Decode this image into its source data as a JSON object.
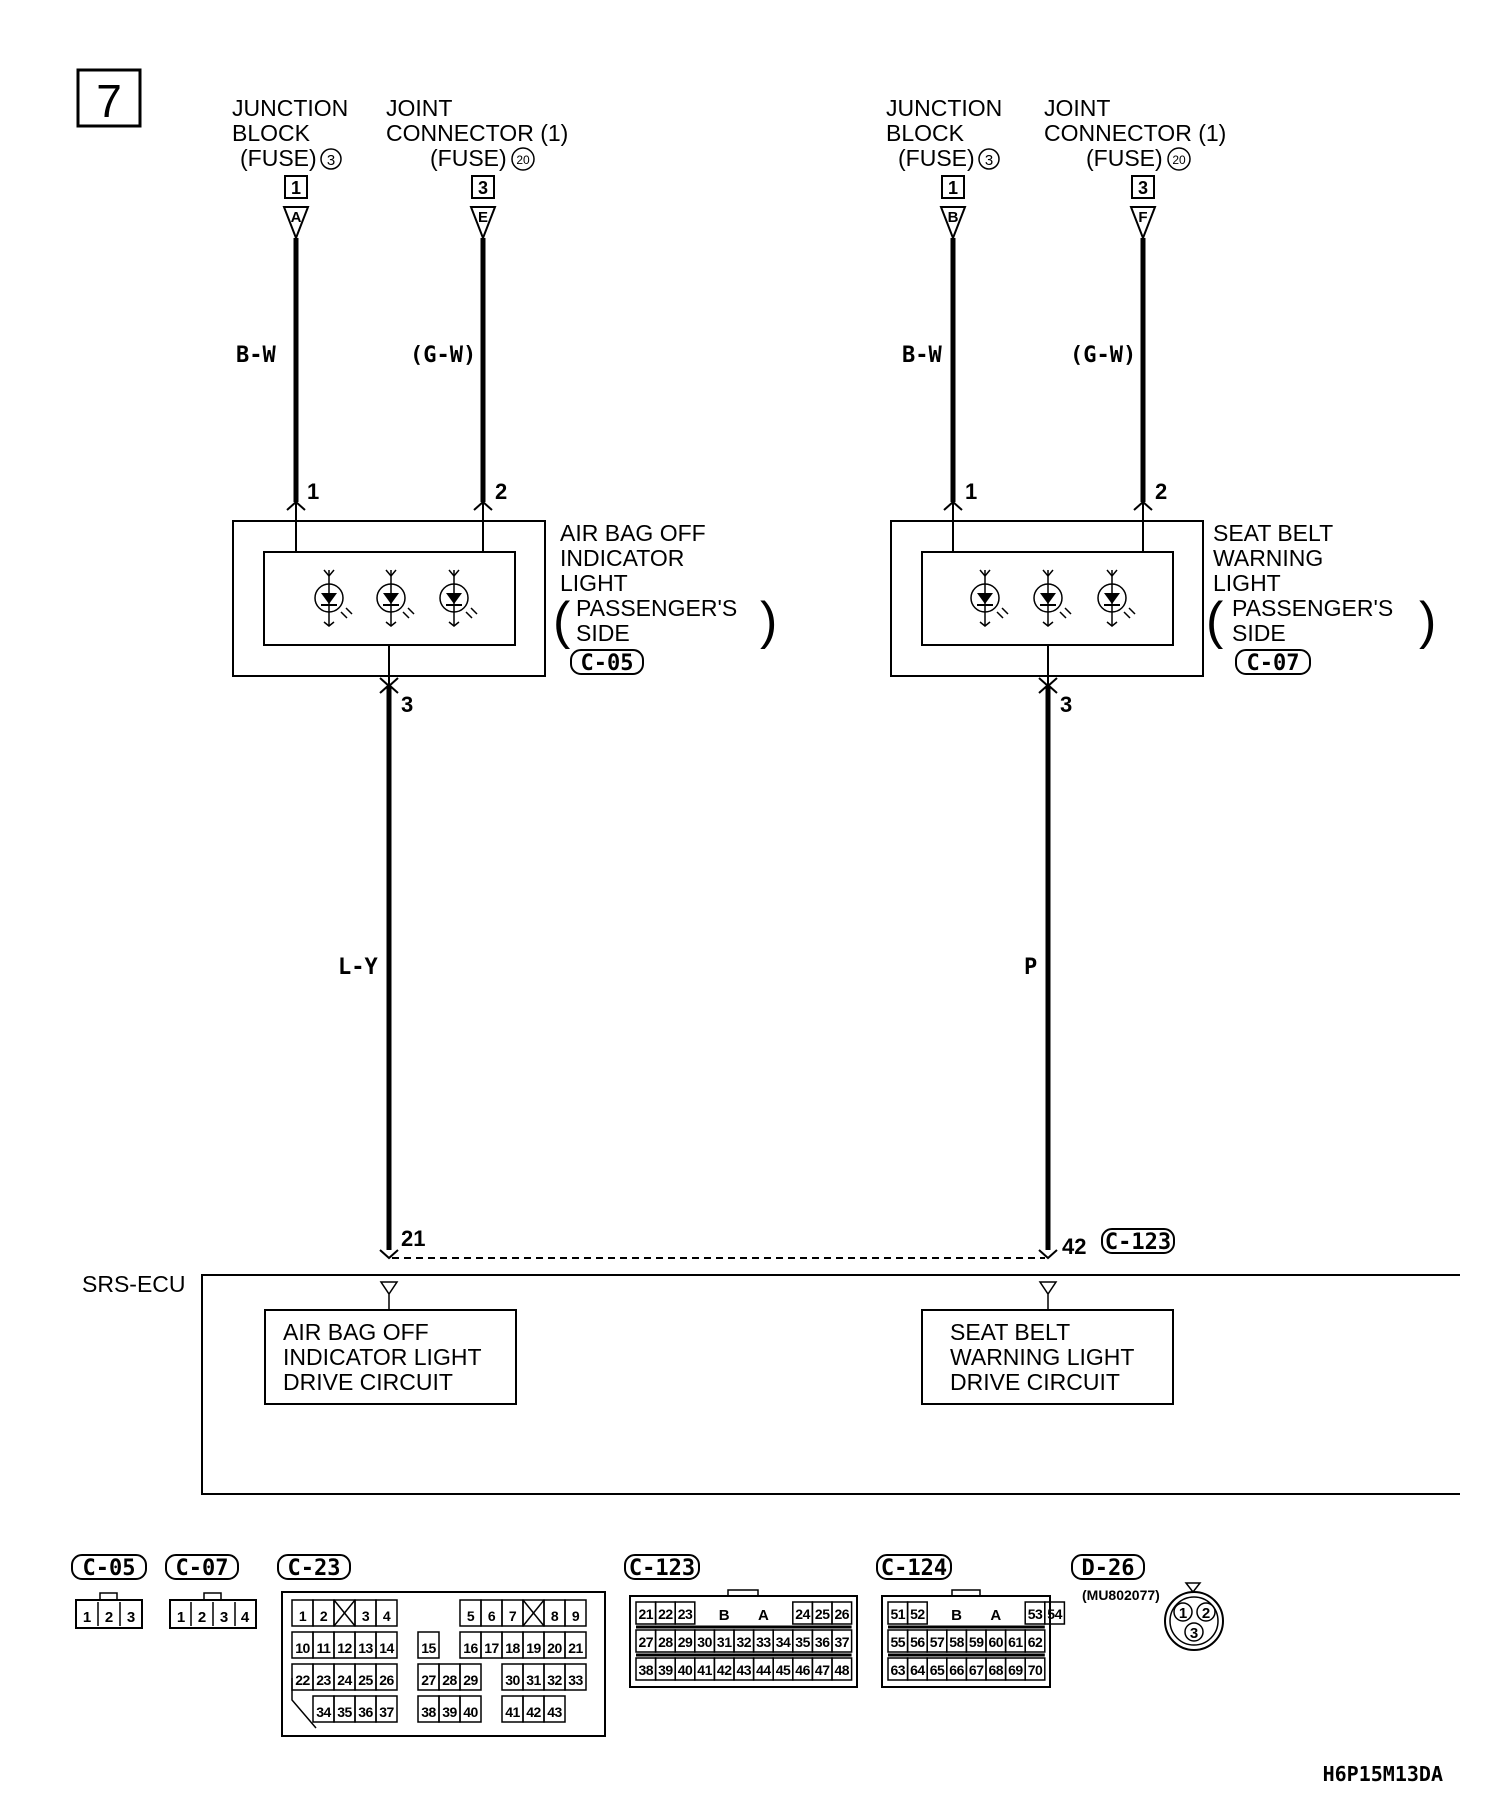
{
  "diagram_number": "7",
  "left": {
    "source1": {
      "line1": "JUNCTION",
      "line2": "BLOCK",
      "line3_pre": "(FUSE",
      "fuse_no": "3",
      "line3_post": ")",
      "box_no": "1",
      "tag": "A",
      "wire": "B-W",
      "pin": "1"
    },
    "source2": {
      "line1": "JOINT",
      "line2": "CONNECTOR (1)",
      "line3_pre": "(FUSE",
      "fuse_no": "20",
      "line3_post": ")",
      "box_no": "3",
      "tag": "E",
      "wire": "(G-W)",
      "pin": "2"
    },
    "component": {
      "lines": [
        "AIR BAG OFF",
        "INDICATOR",
        "LIGHT"
      ],
      "paren_lines": [
        "PASSENGER'S",
        "SIDE"
      ],
      "connector": "C-05"
    },
    "out_pin": "3",
    "out_wire": "L-Y",
    "ecu_pin": "21",
    "ecu_block": [
      "AIR BAG OFF",
      "INDICATOR LIGHT",
      "DRIVE CIRCUIT"
    ]
  },
  "right": {
    "source1": {
      "line1": "JUNCTION",
      "line2": "BLOCK",
      "line3_pre": "(FUSE",
      "fuse_no": "3",
      "line3_post": ")",
      "box_no": "1",
      "tag": "B",
      "wire": "B-W",
      "pin": "1"
    },
    "source2": {
      "line1": "JOINT",
      "line2": "CONNECTOR (1)",
      "line3_pre": "(FUSE",
      "fuse_no": "20",
      "line3_post": ")",
      "box_no": "3",
      "tag": "F",
      "wire": "(G-W)",
      "pin": "2"
    },
    "component": {
      "lines": [
        "SEAT BELT",
        "WARNING",
        "LIGHT"
      ],
      "paren_lines": [
        "PASSENGER'S",
        "SIDE"
      ],
      "connector": "C-07"
    },
    "out_pin": "3",
    "out_wire": "P",
    "ecu_pin": "42",
    "ecu_connector": "C-123",
    "ecu_block": [
      "SEAT BELT",
      "WARNING LIGHT",
      "DRIVE CIRCUIT"
    ]
  },
  "ecu_label": "SRS-ECU",
  "connectors": {
    "c05": {
      "name": "C-05",
      "pins": [
        "1",
        "2",
        "3"
      ]
    },
    "c07": {
      "name": "C-07",
      "pins": [
        "1",
        "2",
        "3",
        "4"
      ]
    },
    "c23": {
      "name": "C-23",
      "rows": [
        [
          "1",
          "2",
          "",
          "3",
          "4",
          "",
          "",
          "",
          "5",
          "6",
          "7",
          "",
          "8",
          "9"
        ],
        [
          "10",
          "11",
          "12",
          "13",
          "14",
          "",
          "15",
          "",
          "16",
          "17",
          "18",
          "19",
          "20",
          "21"
        ],
        [
          "22",
          "23",
          "24",
          "25",
          "26",
          "",
          "27",
          "28",
          "29",
          "",
          "30",
          "31",
          "32",
          "33"
        ],
        [
          "",
          "34",
          "35",
          "36",
          "37",
          "",
          "38",
          "39",
          "40",
          "",
          "41",
          "42",
          "43",
          ""
        ]
      ]
    },
    "c123": {
      "name": "C-123",
      "row1_left": [
        "21",
        "22",
        "23"
      ],
      "keys": [
        "B",
        "A"
      ],
      "row1_right": [
        "24",
        "25",
        "26"
      ],
      "row2": [
        "27",
        "28",
        "29",
        "30",
        "31",
        "32",
        "33",
        "34",
        "35",
        "36",
        "37"
      ],
      "row3": [
        "38",
        "39",
        "40",
        "41",
        "42",
        "43",
        "44",
        "45",
        "46",
        "47",
        "48"
      ]
    },
    "c124": {
      "name": "C-124",
      "row1_left": [
        "51",
        "52"
      ],
      "keys": [
        "B",
        "A"
      ],
      "row1_right": [
        "53",
        "54"
      ],
      "row2": [
        "55",
        "56",
        "57",
        "58",
        "59",
        "60",
        "61",
        "62"
      ],
      "row3": [
        "63",
        "64",
        "65",
        "66",
        "67",
        "68",
        "69",
        "70"
      ]
    },
    "d26": {
      "name": "D-26",
      "part_no": "(MU802077)",
      "pins": [
        "1",
        "2",
        "3"
      ]
    }
  },
  "figure_code": "H6P15M13DA"
}
